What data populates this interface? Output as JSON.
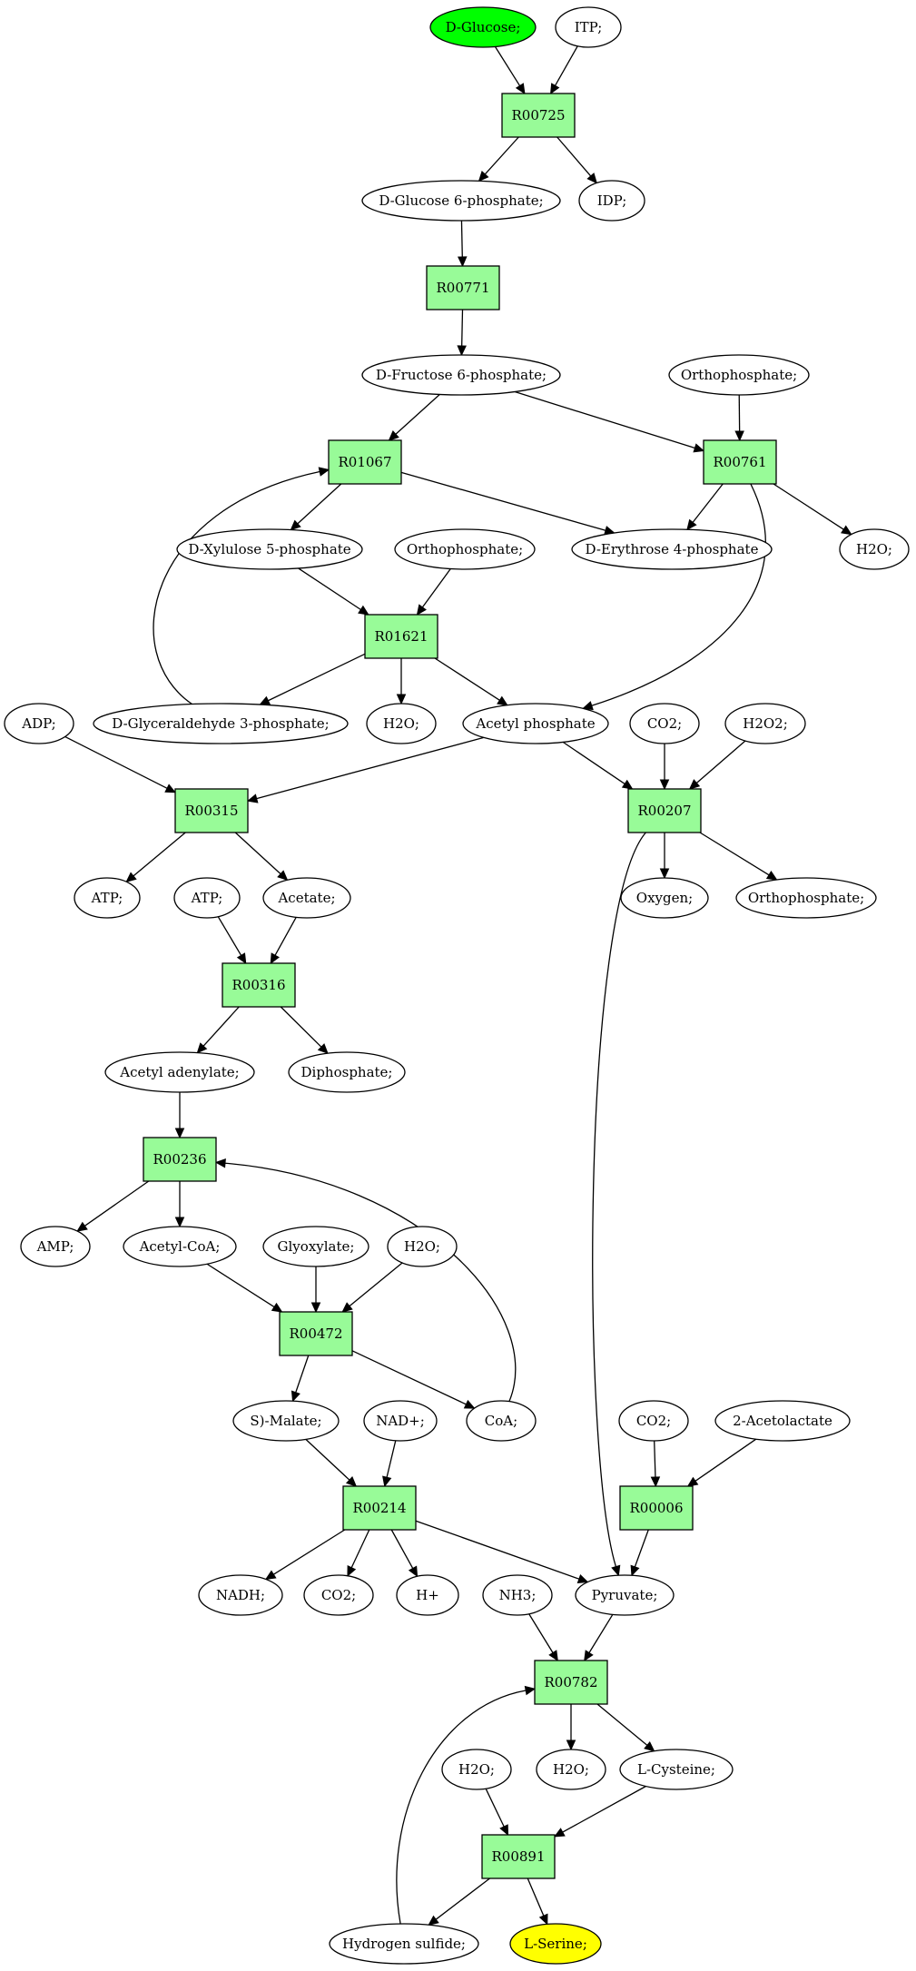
{
  "colors": {
    "reaction_fill": "#98fb98",
    "compound_fill": "#ffffff",
    "start_fill": "#00ff00",
    "end_fill": "#ffff00",
    "stroke": "#000000"
  },
  "nodes": [
    {
      "id": "c_glucose",
      "kind": "compound",
      "label": "D-Glucose;",
      "role": "start"
    },
    {
      "id": "c_itp",
      "kind": "compound",
      "label": "ITP;"
    },
    {
      "id": "r00725",
      "kind": "reaction",
      "label": "R00725"
    },
    {
      "id": "c_g6p",
      "kind": "compound",
      "label": "D-Glucose 6-phosphate;"
    },
    {
      "id": "c_idp",
      "kind": "compound",
      "label": "IDP;"
    },
    {
      "id": "r00771",
      "kind": "reaction",
      "label": "R00771"
    },
    {
      "id": "c_f6p",
      "kind": "compound",
      "label": "D-Fructose 6-phosphate;"
    },
    {
      "id": "c_pi1",
      "kind": "compound",
      "label": "Orthophosphate;"
    },
    {
      "id": "r01067",
      "kind": "reaction",
      "label": "R01067"
    },
    {
      "id": "r00761",
      "kind": "reaction",
      "label": "R00761"
    },
    {
      "id": "c_x5p",
      "kind": "compound",
      "label": "D-Xylulose 5-phosphate"
    },
    {
      "id": "c_pi2",
      "kind": "compound",
      "label": "Orthophosphate;"
    },
    {
      "id": "c_e4p",
      "kind": "compound",
      "label": "D-Erythrose 4-phosphate"
    },
    {
      "id": "c_h2o1",
      "kind": "compound",
      "label": "H2O;"
    },
    {
      "id": "r01621",
      "kind": "reaction",
      "label": "R01621"
    },
    {
      "id": "c_adp",
      "kind": "compound",
      "label": "ADP;"
    },
    {
      "id": "c_g3p",
      "kind": "compound",
      "label": "D-Glyceraldehyde 3-phosphate;"
    },
    {
      "id": "c_h2o2",
      "kind": "compound",
      "label": "H2O;"
    },
    {
      "id": "c_acp",
      "kind": "compound",
      "label": "Acetyl phosphate"
    },
    {
      "id": "c_co2a",
      "kind": "compound",
      "label": "CO2;"
    },
    {
      "id": "c_h2o2x",
      "kind": "compound",
      "label": "H2O2;"
    },
    {
      "id": "r00315",
      "kind": "reaction",
      "label": "R00315"
    },
    {
      "id": "r00207",
      "kind": "reaction",
      "label": "R00207"
    },
    {
      "id": "c_atp1",
      "kind": "compound",
      "label": "ATP;"
    },
    {
      "id": "c_atp2",
      "kind": "compound",
      "label": "ATP;"
    },
    {
      "id": "c_acetate",
      "kind": "compound",
      "label": "Acetate;"
    },
    {
      "id": "c_oxygen",
      "kind": "compound",
      "label": "Oxygen;"
    },
    {
      "id": "c_pi3",
      "kind": "compound",
      "label": "Orthophosphate;"
    },
    {
      "id": "r00316",
      "kind": "reaction",
      "label": "R00316"
    },
    {
      "id": "c_acad",
      "kind": "compound",
      "label": "Acetyl adenylate;"
    },
    {
      "id": "c_ppi",
      "kind": "compound",
      "label": "Diphosphate;"
    },
    {
      "id": "r00236",
      "kind": "reaction",
      "label": "R00236"
    },
    {
      "id": "c_amp",
      "kind": "compound",
      "label": "AMP;"
    },
    {
      "id": "c_accoa",
      "kind": "compound",
      "label": "Acetyl-CoA;"
    },
    {
      "id": "c_glyox",
      "kind": "compound",
      "label": "Glyoxylate;"
    },
    {
      "id": "c_h2o3",
      "kind": "compound",
      "label": "H2O;"
    },
    {
      "id": "r00472",
      "kind": "reaction",
      "label": "R00472"
    },
    {
      "id": "c_malate",
      "kind": "compound",
      "label": "S)-Malate;"
    },
    {
      "id": "c_nad",
      "kind": "compound",
      "label": "NAD+;"
    },
    {
      "id": "c_coa",
      "kind": "compound",
      "label": "CoA;"
    },
    {
      "id": "c_co2b",
      "kind": "compound",
      "label": "CO2;"
    },
    {
      "id": "c_acl",
      "kind": "compound",
      "label": "2-Acetolactate"
    },
    {
      "id": "r00214",
      "kind": "reaction",
      "label": "R00214"
    },
    {
      "id": "r00006",
      "kind": "reaction",
      "label": "R00006"
    },
    {
      "id": "c_nadh",
      "kind": "compound",
      "label": "NADH;"
    },
    {
      "id": "c_co2c",
      "kind": "compound",
      "label": "CO2;"
    },
    {
      "id": "c_hplus",
      "kind": "compound",
      "label": "H+"
    },
    {
      "id": "c_nh3",
      "kind": "compound",
      "label": "NH3;"
    },
    {
      "id": "c_pyr",
      "kind": "compound",
      "label": "Pyruvate;"
    },
    {
      "id": "r00782",
      "kind": "reaction",
      "label": "R00782"
    },
    {
      "id": "c_h2o4",
      "kind": "compound",
      "label": "H2O;"
    },
    {
      "id": "c_h2o5",
      "kind": "compound",
      "label": "H2O;"
    },
    {
      "id": "c_cys",
      "kind": "compound",
      "label": "L-Cysteine;"
    },
    {
      "id": "r00891",
      "kind": "reaction",
      "label": "R00891"
    },
    {
      "id": "c_h2s",
      "kind": "compound",
      "label": "Hydrogen sulfide;"
    },
    {
      "id": "c_ser",
      "kind": "compound",
      "label": "L-Serine;",
      "role": "end"
    }
  ],
  "edges": [
    {
      "from": "c_glucose",
      "to": "r00725"
    },
    {
      "from": "c_itp",
      "to": "r00725"
    },
    {
      "from": "r00725",
      "to": "c_g6p"
    },
    {
      "from": "r00725",
      "to": "c_idp"
    },
    {
      "from": "c_g6p",
      "to": "r00771"
    },
    {
      "from": "r00771",
      "to": "c_f6p"
    },
    {
      "from": "c_f6p",
      "to": "r01067"
    },
    {
      "from": "c_f6p",
      "to": "r00761"
    },
    {
      "from": "c_pi1",
      "to": "r00761"
    },
    {
      "from": "r01067",
      "to": "c_x5p"
    },
    {
      "from": "r01067",
      "to": "c_e4p"
    },
    {
      "from": "r00761",
      "to": "c_e4p"
    },
    {
      "from": "r00761",
      "to": "c_h2o1"
    },
    {
      "from": "r00761",
      "to": "c_acp"
    },
    {
      "from": "c_x5p",
      "to": "r01621"
    },
    {
      "from": "c_pi2",
      "to": "r01621"
    },
    {
      "from": "r01621",
      "to": "c_g3p"
    },
    {
      "from": "r01621",
      "to": "c_h2o2"
    },
    {
      "from": "r01621",
      "to": "c_acp"
    },
    {
      "from": "c_g3p",
      "to": "r01067"
    },
    {
      "from": "c_adp",
      "to": "r00315"
    },
    {
      "from": "c_acp",
      "to": "r00315"
    },
    {
      "from": "c_acp",
      "to": "r00207"
    },
    {
      "from": "c_co2a",
      "to": "r00207"
    },
    {
      "from": "c_h2o2x",
      "to": "r00207"
    },
    {
      "from": "r00315",
      "to": "c_atp1"
    },
    {
      "from": "r00315",
      "to": "c_acetate"
    },
    {
      "from": "r00207",
      "to": "c_oxygen"
    },
    {
      "from": "r00207",
      "to": "c_pi3"
    },
    {
      "from": "r00207",
      "to": "c_pyr"
    },
    {
      "from": "c_atp2",
      "to": "r00316"
    },
    {
      "from": "c_acetate",
      "to": "r00316"
    },
    {
      "from": "r00316",
      "to": "c_acad"
    },
    {
      "from": "r00316",
      "to": "c_ppi"
    },
    {
      "from": "c_acad",
      "to": "r00236"
    },
    {
      "from": "c_coa",
      "to": "r00236"
    },
    {
      "from": "r00236",
      "to": "c_amp"
    },
    {
      "from": "r00236",
      "to": "c_accoa"
    },
    {
      "from": "c_accoa",
      "to": "r00472"
    },
    {
      "from": "c_glyox",
      "to": "r00472"
    },
    {
      "from": "c_h2o3",
      "to": "r00472"
    },
    {
      "from": "r00472",
      "to": "c_malate"
    },
    {
      "from": "r00472",
      "to": "c_coa"
    },
    {
      "from": "c_malate",
      "to": "r00214"
    },
    {
      "from": "c_nad",
      "to": "r00214"
    },
    {
      "from": "c_co2b",
      "to": "r00006"
    },
    {
      "from": "c_acl",
      "to": "r00006"
    },
    {
      "from": "r00214",
      "to": "c_nadh"
    },
    {
      "from": "r00214",
      "to": "c_co2c"
    },
    {
      "from": "r00214",
      "to": "c_hplus"
    },
    {
      "from": "r00214",
      "to": "c_pyr"
    },
    {
      "from": "r00006",
      "to": "c_pyr"
    },
    {
      "from": "c_nh3",
      "to": "r00782"
    },
    {
      "from": "c_pyr",
      "to": "r00782"
    },
    {
      "from": "c_h2s",
      "to": "r00782"
    },
    {
      "from": "r00782",
      "to": "c_h2o5"
    },
    {
      "from": "r00782",
      "to": "c_cys"
    },
    {
      "from": "c_h2o4",
      "to": "r00891"
    },
    {
      "from": "c_cys",
      "to": "r00891"
    },
    {
      "from": "r00891",
      "to": "c_h2s"
    },
    {
      "from": "r00891",
      "to": "c_ser"
    }
  ]
}
